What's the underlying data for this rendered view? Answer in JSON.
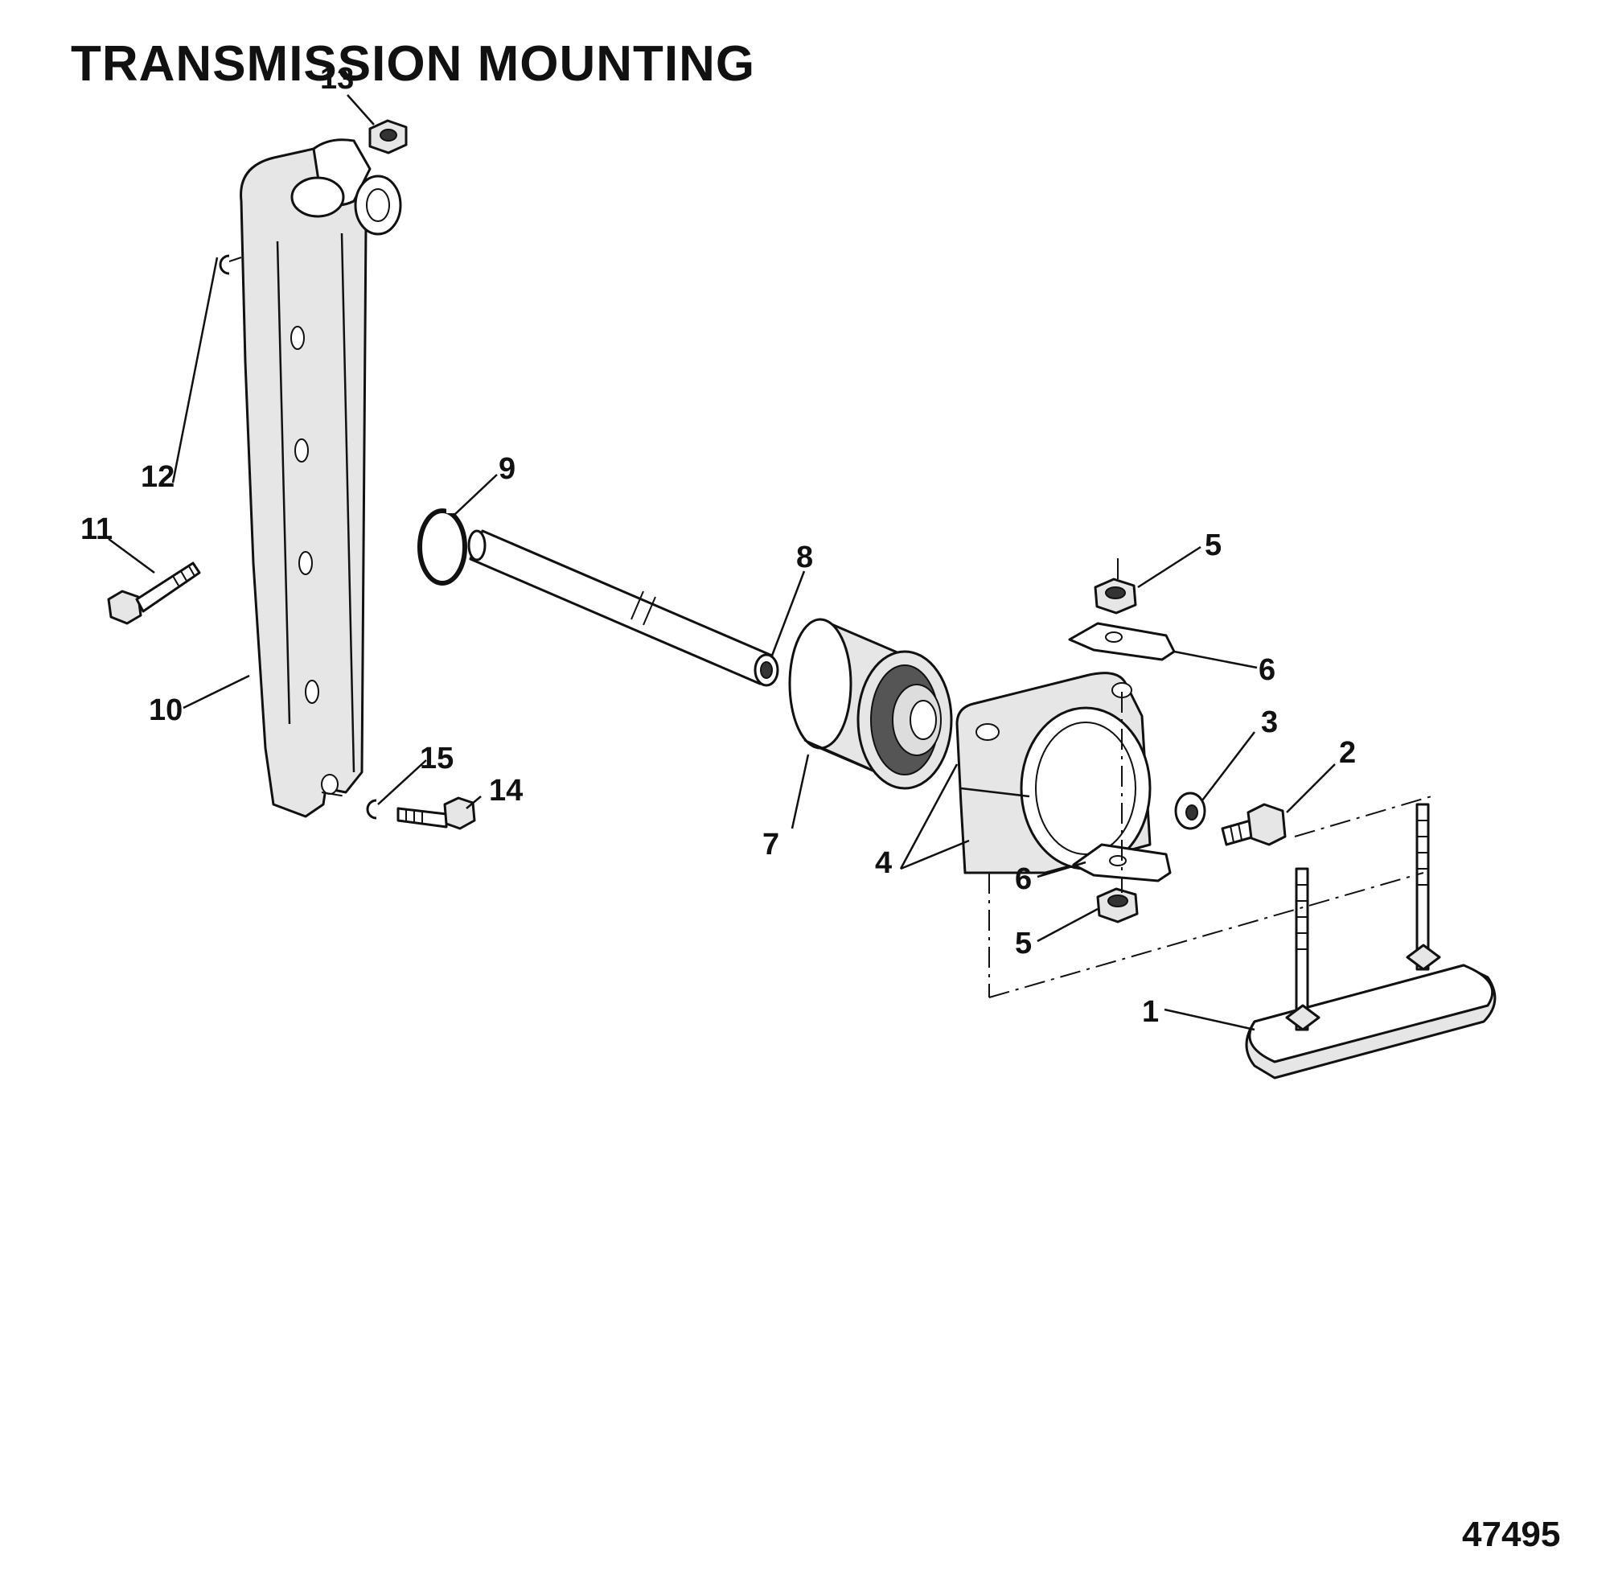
{
  "title": "TRANSMISSION MOUNTING",
  "figure_number": "47495",
  "callouts": [
    "1",
    "2",
    "3",
    "4",
    "5",
    "6",
    "7",
    "8",
    "9",
    "10",
    "11",
    "12",
    "13",
    "14",
    "15"
  ],
  "icons": [
    "engine-bracket",
    "retaining-ring",
    "pivot-shaft",
    "rubber-mount",
    "mount-clamp",
    "lock-nut",
    "tab-washer",
    "flat-washer",
    "hex-bolt",
    "stud-plate",
    "e-clip"
  ]
}
